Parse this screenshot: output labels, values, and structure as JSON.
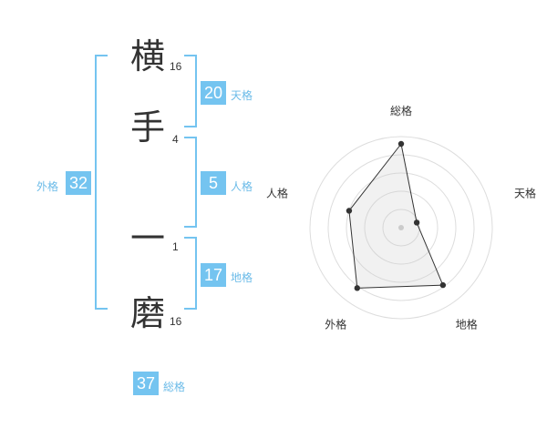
{
  "name": {
    "chars": [
      {
        "char": "横",
        "strokes": "16"
      },
      {
        "char": "手",
        "strokes": "4"
      },
      {
        "char": "一",
        "strokes": "1"
      },
      {
        "char": "磨",
        "strokes": "16"
      }
    ]
  },
  "fortunes": {
    "tenkaku": {
      "label": "天格",
      "value": "20"
    },
    "jinkaku": {
      "label": "人格",
      "value": "5"
    },
    "chikaku": {
      "label": "地格",
      "value": "17"
    },
    "gaikaku": {
      "label": "外格",
      "value": "32"
    },
    "soukaku": {
      "label": "総格",
      "value": "37"
    }
  },
  "colors": {
    "accent": "#74c4f0",
    "accent_text": "#6bbbe8",
    "text": "#333333"
  },
  "chart_data": {
    "type": "radar",
    "axes": [
      "総格",
      "天格",
      "地格",
      "外格",
      "人格"
    ],
    "values": [
      0.92,
      0.18,
      0.78,
      0.82,
      0.6
    ],
    "rings": 5
  }
}
